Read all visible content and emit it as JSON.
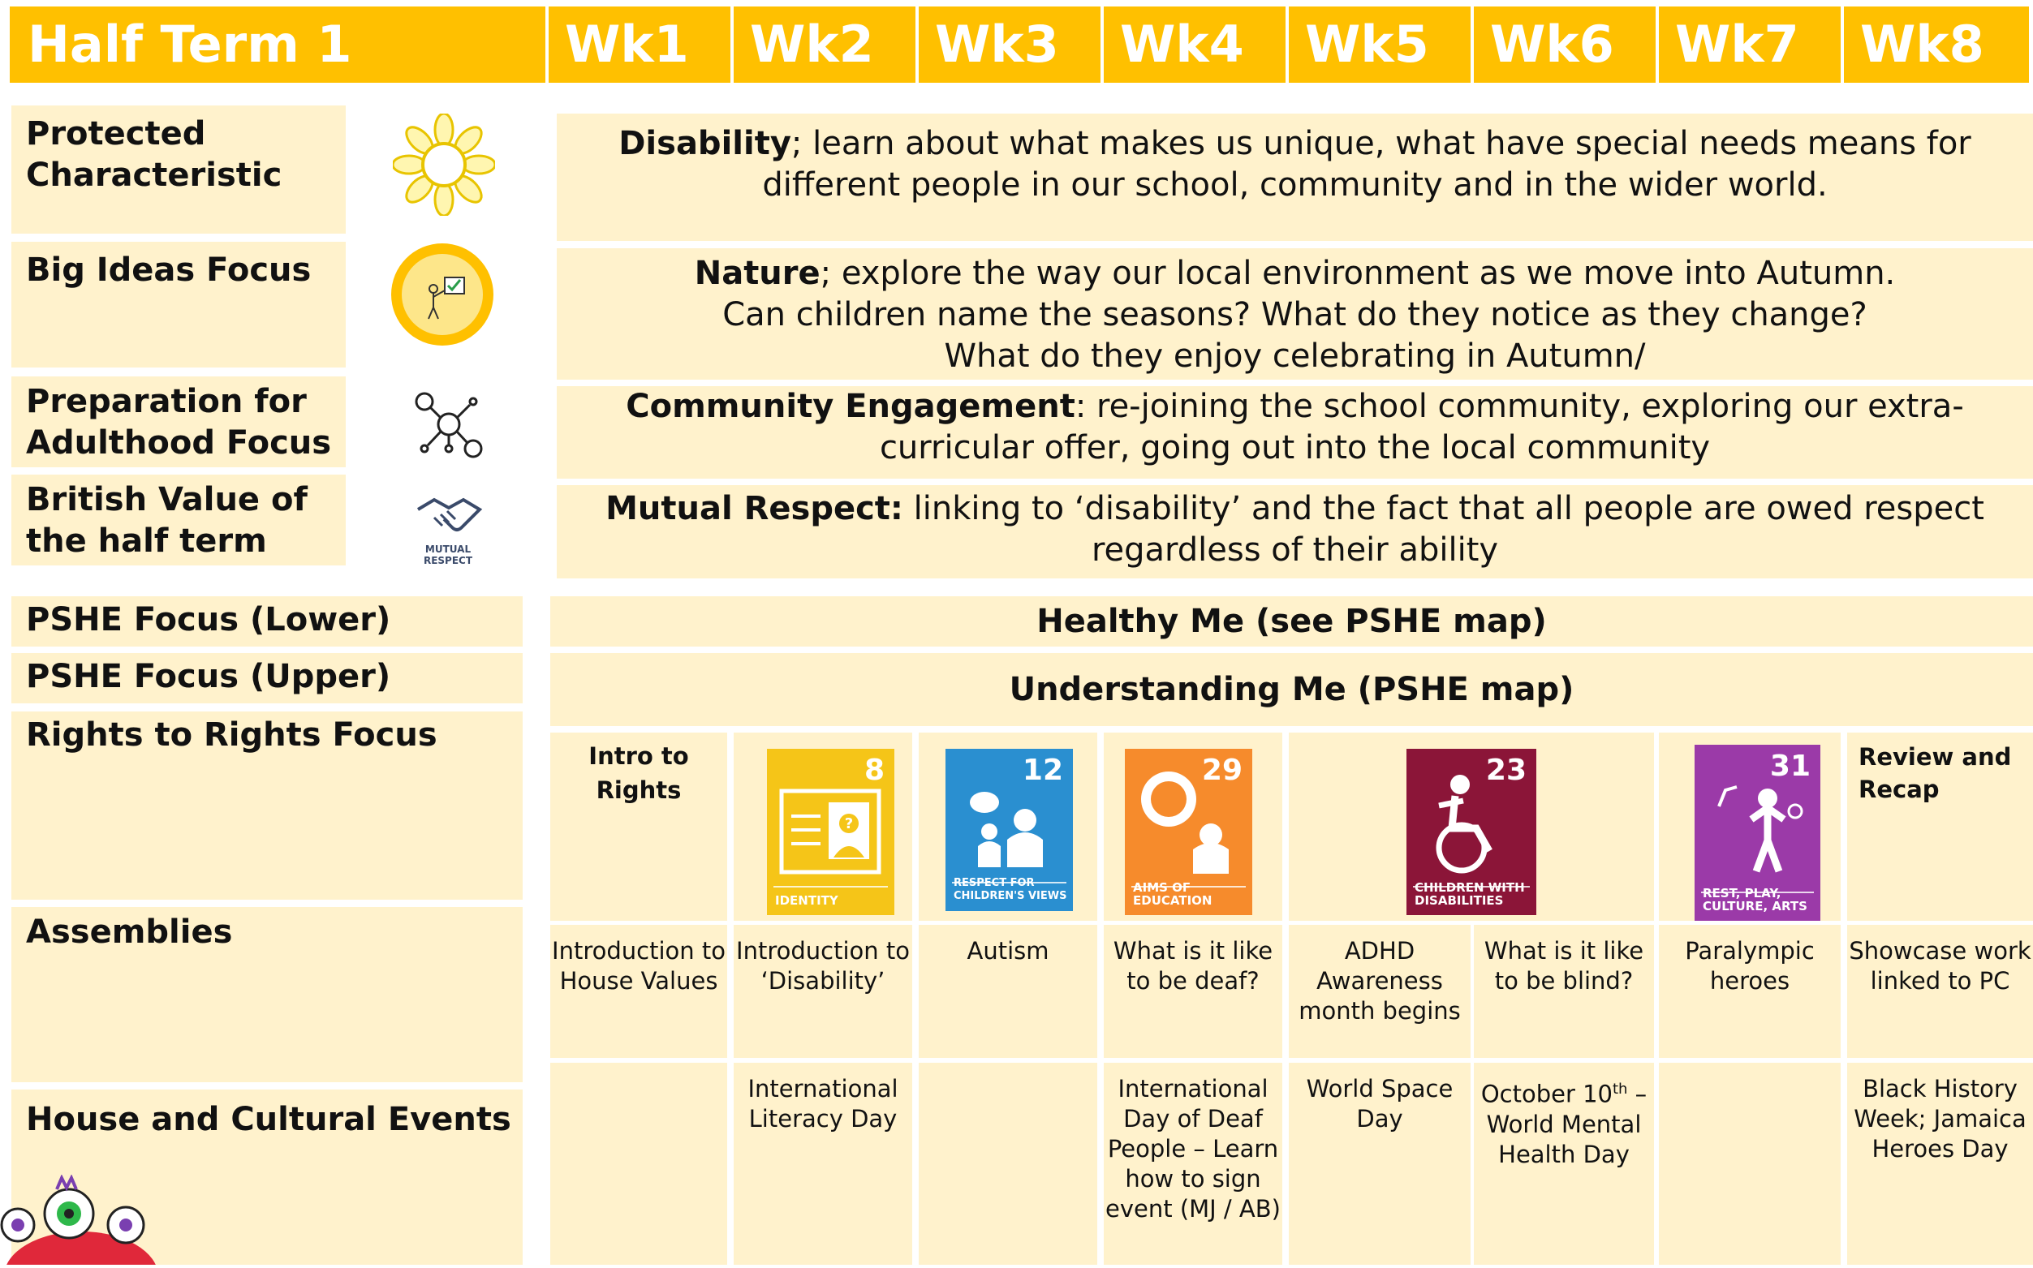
{
  "header": {
    "title": "Half Term 1",
    "weeks": [
      "Wk1",
      "Wk2",
      "Wk3",
      "Wk4",
      "Wk5",
      "Wk6",
      "Wk7",
      "Wk8"
    ]
  },
  "labels": {
    "protected": "Protected Characteristic",
    "big_ideas": "Big Ideas Focus",
    "adulthood": "Preparation for Adulthood Focus",
    "british": "British Value of the half term",
    "pshe_lower": "PSHE Focus (Lower)",
    "pshe_upper": "PSHE Focus (Upper)",
    "rights": "Rights to Rights Focus",
    "assemblies": "Assemblies",
    "house": "House and Cultural Events"
  },
  "icons": {
    "protected": "sunflower-icon",
    "big_ideas": "presentation-icon",
    "adulthood": "network-people-icon",
    "british": "handshake-icon",
    "british_caption": "MUTUAL RESPECT"
  },
  "descriptions": {
    "protected": {
      "key": "Disability",
      "text": "; learn about what makes us unique, what have special needs means for different people in our school, community and in the wider world."
    },
    "big_ideas": {
      "key": "Nature",
      "text": "; explore the way our local environment as we move into Autumn.",
      "line2": "Can children name the seasons? What do they notice as they change?",
      "line3": "What do they enjoy celebrating in Autumn/"
    },
    "adulthood": {
      "key": "Community Engagement",
      "text": ": re-joining the school community, exploring our extra-curricular offer, going out into the local community"
    },
    "british": {
      "key": "Mutual Respect:",
      "text": " linking to ‘disability’ and the fact that all people are owed respect regardless of their ability"
    }
  },
  "pshe": {
    "lower": "Healthy Me (see PSHE map)",
    "upper": "Understanding Me (PSHE map)"
  },
  "rights": {
    "wk1": "Intro to Rights",
    "wk8": "Review and Recap",
    "tiles": [
      {
        "number": "8",
        "caption": "IDENTITY",
        "color": "#f5c518",
        "icon": "id-card-icon"
      },
      {
        "number": "12",
        "caption": "RESPECT FOR CHILDREN'S VIEWS",
        "color": "#2a8fd0",
        "icon": "speech-people-icon"
      },
      {
        "number": "29",
        "caption": "AIMS OF EDUCATION",
        "color": "#f68b2c",
        "icon": "education-icon"
      },
      {
        "number": "23",
        "caption": "CHILDREN WITH DISABILITIES",
        "color": "#8b1538",
        "icon": "wheelchair-icon"
      },
      {
        "number": "31",
        "caption": "REST, PLAY, CULTURE, ARTS",
        "color": "#9b3aa8",
        "icon": "play-music-icon"
      }
    ]
  },
  "assemblies": {
    "wk1": "Introduction to House Values",
    "wk2": "Introduction to ‘Disability’",
    "wk3": "Autism",
    "wk4": "What is it like to be deaf?",
    "wk5": "ADHD Awareness month begins",
    "wk6": "What is it like to be blind?",
    "wk7": "Paralympic heroes",
    "wk8": "Showcase work linked to PC"
  },
  "house": {
    "wk2": "International Literacy Day",
    "wk4": "International Day of Deaf People – Learn how to sign event (MJ / AB)",
    "wk5": "World Space Day",
    "wk6_pre": "October 10",
    "wk6_sup": "th",
    "wk6_post": " – World Mental Health Day",
    "wk8": "Black History Week; Jamaica Heroes Day"
  },
  "colors": {
    "header": "#ffc000",
    "cell": "#fff2cc"
  }
}
